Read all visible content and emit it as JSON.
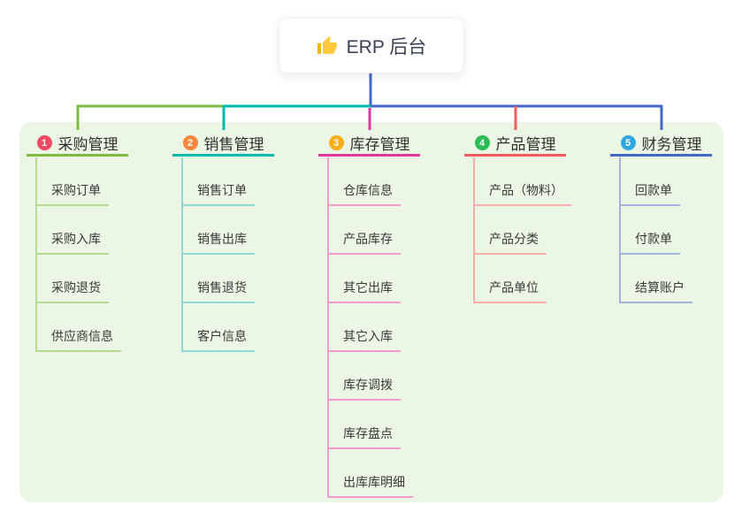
{
  "root": {
    "label": "ERP 后台",
    "icon": "thumbs-up-icon"
  },
  "colors": {
    "panel_background": "#EBF7E4",
    "trunk_blue": "#4468C8",
    "branch_lines": [
      "#7DBB42",
      "#00B8AC",
      "#DF3A9B",
      "#F25C5C",
      "#4468C8"
    ],
    "branch_light_lines": [
      "#B5DB92",
      "#8FD9D2",
      "#F49BCB",
      "#F7AFA8",
      "#A3B3DC"
    ],
    "badge_colors": [
      "#EE4A62",
      "#F8863B",
      "#FBAD18",
      "#2BBD55",
      "#2FA8E1"
    ],
    "thumb_yellow": "#FFC83D"
  },
  "branches": [
    {
      "badge": "1",
      "title": "采购管理",
      "children": [
        "采购订单",
        "采购入库",
        "采购退货",
        "供应商信息"
      ]
    },
    {
      "badge": "2",
      "title": "销售管理",
      "children": [
        "销售订单",
        "销售出库",
        "销售退货",
        "客户信息"
      ]
    },
    {
      "badge": "3",
      "title": "库存管理",
      "children": [
        "仓库信息",
        "产品库存",
        "其它出库",
        "其它入库",
        "库存调拨",
        "库存盘点",
        "出库库明细"
      ]
    },
    {
      "badge": "4",
      "title": "产品管理",
      "children": [
        "产品（物料）",
        "产品分类",
        "产品单位"
      ]
    },
    {
      "badge": "5",
      "title": "财务管理",
      "children": [
        "回款单",
        "付款单",
        "结算账户"
      ]
    }
  ]
}
